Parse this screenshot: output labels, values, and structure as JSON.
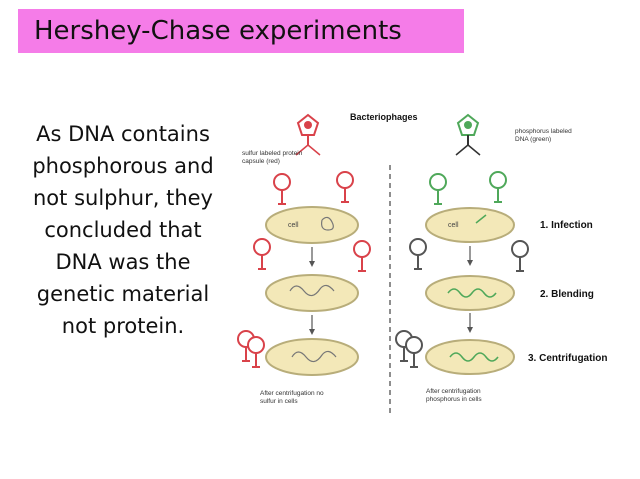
{
  "title": "Hershey-Chase experiments",
  "body_lines": [
    "As DNA contains",
    "phosphorous and",
    "not sulphur, they",
    "concluded that",
    "DNA was the",
    "genetic material",
    "not protein."
  ],
  "diagram": {
    "header": "Bacteriophages",
    "left_label": [
      "sulfur labeled protein",
      "capsule (red)"
    ],
    "right_label": [
      "phosphorus labeled",
      "DNA (green)"
    ],
    "cell_label": "cell",
    "steps": [
      "1. Infection",
      "2. Blending",
      "3. Centrifugation"
    ],
    "left_result": [
      "After centrifugation no",
      "sulfur in cells"
    ],
    "right_result": [
      "After centrifugation",
      "phosphorus in cells"
    ]
  },
  "colors": {
    "title_bg": "#f57ce8",
    "red_label": "#d9424a",
    "green_label": "#4fa85a",
    "cell_fill": "#f3e8b8",
    "cell_stroke": "#b8ad7a"
  }
}
